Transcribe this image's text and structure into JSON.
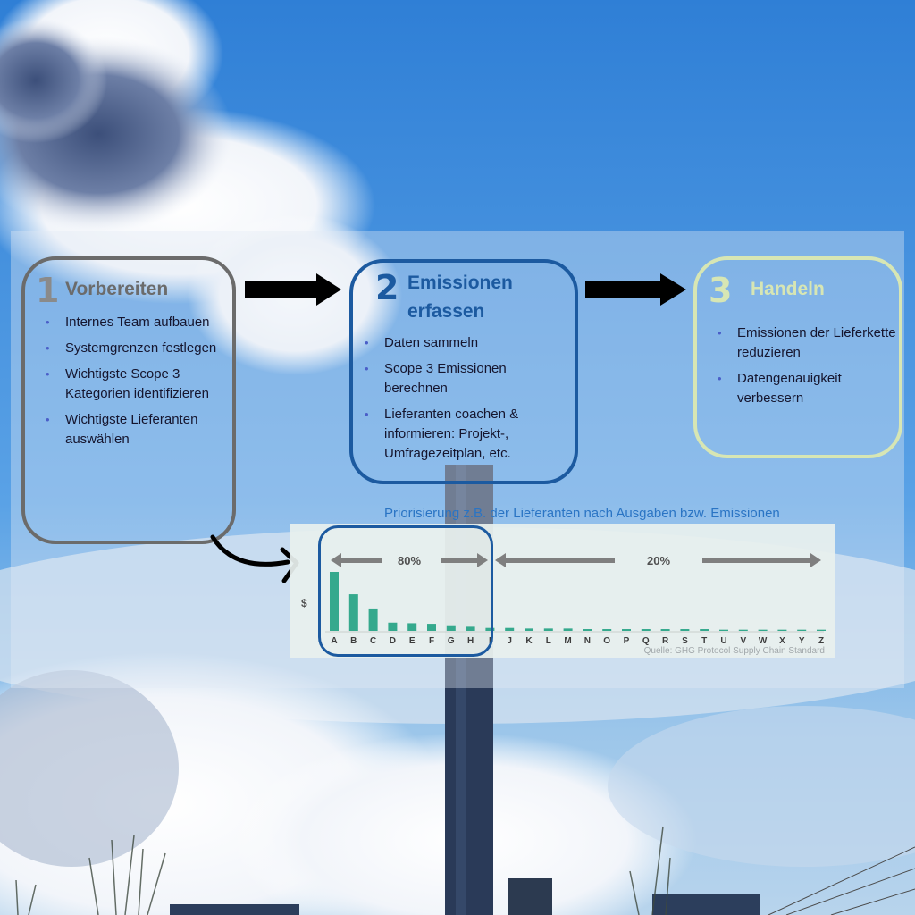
{
  "steps": [
    {
      "number": "1",
      "title": "Vorbereiten",
      "items": [
        "Internes Team aufbauen",
        "Systemgrenzen festlegen",
        "Wichtigste Scope 3 Kategorien identifizieren",
        "Wichtigste Lieferanten auswählen"
      ],
      "color": "#6b6b6b"
    },
    {
      "number": "2",
      "title": "Emissionen erfassen",
      "items": [
        "Daten sammeln",
        "Scope 3 Emissionen berechnen",
        "Lieferanten coachen & informieren: Projekt-, Umfragezeitplan, etc."
      ],
      "color": "#1c5aa0"
    },
    {
      "number": "3",
      "title": "Handeln",
      "items": [
        "Emissionen der Lieferkette reduzieren",
        "Datengenauigkeit verbessern"
      ],
      "color": "#d7e6b4"
    }
  ],
  "caption": "Priorisierung z.B. der Lieferanten nach Ausgaben bzw. Emissionen",
  "chart_data": {
    "type": "bar",
    "categories": [
      "A",
      "B",
      "C",
      "D",
      "E",
      "F",
      "G",
      "H",
      "I",
      "J",
      "K",
      "L",
      "M",
      "N",
      "O",
      "P",
      "Q",
      "R",
      "S",
      "T",
      "U",
      "V",
      "W",
      "X",
      "Y",
      "Z"
    ],
    "values": [
      100,
      62,
      38,
      14,
      13,
      12,
      8,
      7,
      5,
      5,
      4,
      4,
      4,
      3,
      3,
      3,
      3,
      3,
      3,
      3,
      2,
      2,
      2,
      2,
      2,
      2
    ],
    "ylabel": "$",
    "bar_color": "#35a98d",
    "annotations": [
      "80%",
      "20%"
    ],
    "source": "Quelle: GHG Protocol Supply Chain Standard"
  }
}
